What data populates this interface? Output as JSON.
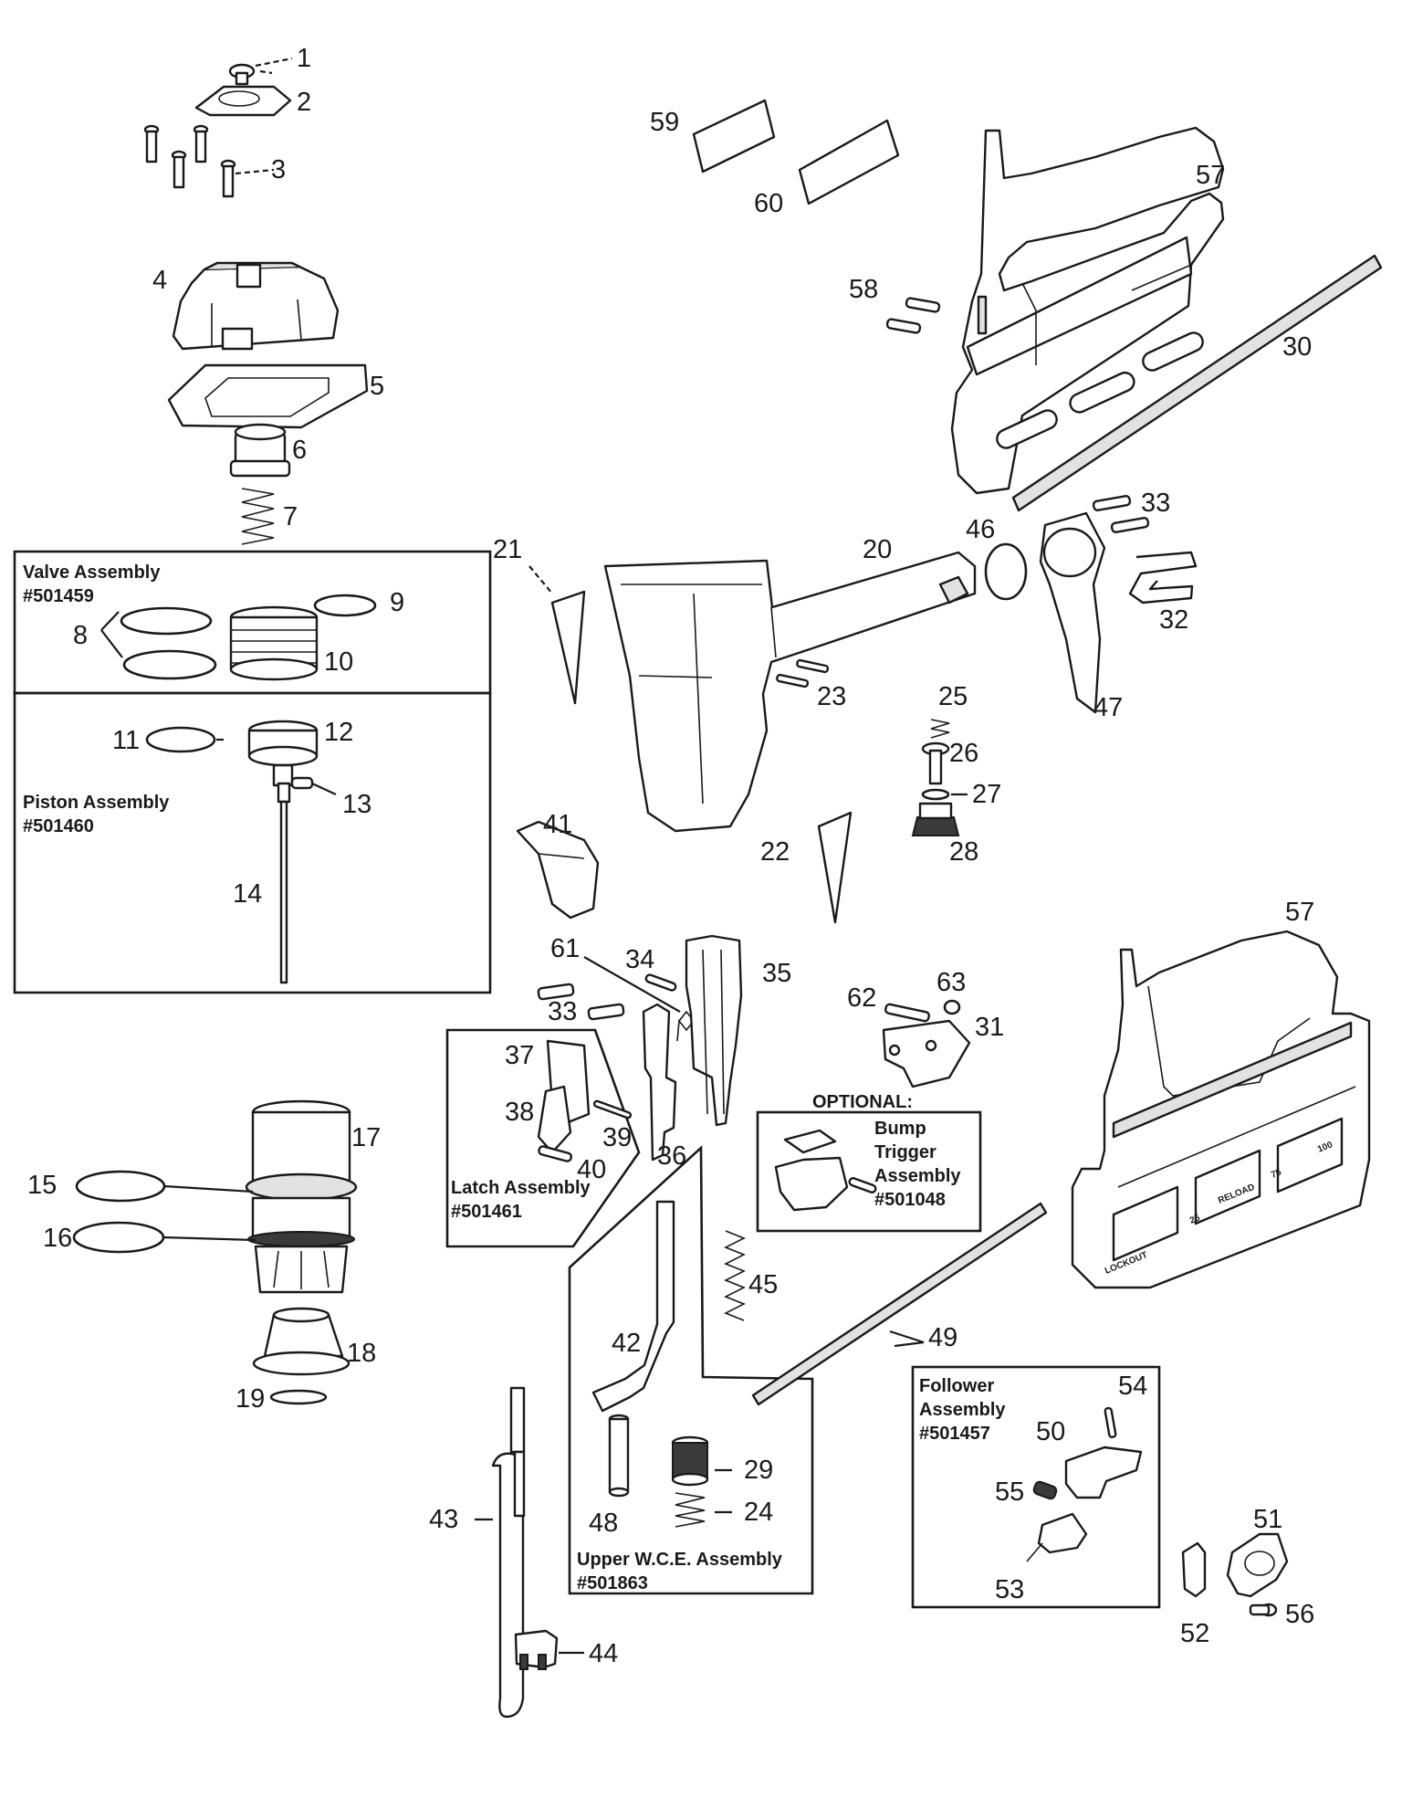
{
  "assemblies": {
    "valve": {
      "name": "Valve Assembly",
      "number": "#501459"
    },
    "piston": {
      "name": "Piston Assembly",
      "number": "#501460"
    },
    "latch": {
      "name": "Latch Assembly",
      "number": "#501461"
    },
    "upper_wce": {
      "name": "Upper W.C.E. Assembly",
      "number": "#501863"
    },
    "follower": {
      "name": "Follower",
      "name2": "Assembly",
      "number": "#501457"
    },
    "bump_trigger": {
      "optional": "OPTIONAL:",
      "l1": "Bump",
      "l2": "Trigger",
      "l3": "Assembly",
      "number": "#501048"
    }
  },
  "magazine_markings": {
    "lockout": "LOCKOUT",
    "reload": "RELOAD",
    "m25": "25",
    "m75": "75",
    "m100": "100"
  },
  "callouts": {
    "n1": "1",
    "n2": "2",
    "n3": "3",
    "n4": "4",
    "n5": "5",
    "n6": "6",
    "n7": "7",
    "n8": "8",
    "n9": "9",
    "n10": "10",
    "n11": "11",
    "n12": "12",
    "n13": "13",
    "n14": "14",
    "n15": "15",
    "n16": "16",
    "n17": "17",
    "n18": "18",
    "n19": "19",
    "n20": "20",
    "n21": "21",
    "n22": "22",
    "n23": "23",
    "n24": "24",
    "n25": "25",
    "n26": "26",
    "n27": "27",
    "n28": "28",
    "n29": "29",
    "n30": "30",
    "n31": "31",
    "n32": "32",
    "n33": "33",
    "n34": "34",
    "n35": "35",
    "n36": "36",
    "n37": "37",
    "n38": "38",
    "n39": "39",
    "n40": "40",
    "n41": "41",
    "n42": "42",
    "n43": "43",
    "n44": "44",
    "n45": "45",
    "n46": "46",
    "n47": "47",
    "n48": "48",
    "n49": "49",
    "n50": "50",
    "n51": "51",
    "n52": "52",
    "n53": "53",
    "n54": "54",
    "n55": "55",
    "n56": "56",
    "n57": "57",
    "n58": "58",
    "n59": "59",
    "n60": "60",
    "n61": "61",
    "n62": "62",
    "n63": "63"
  }
}
